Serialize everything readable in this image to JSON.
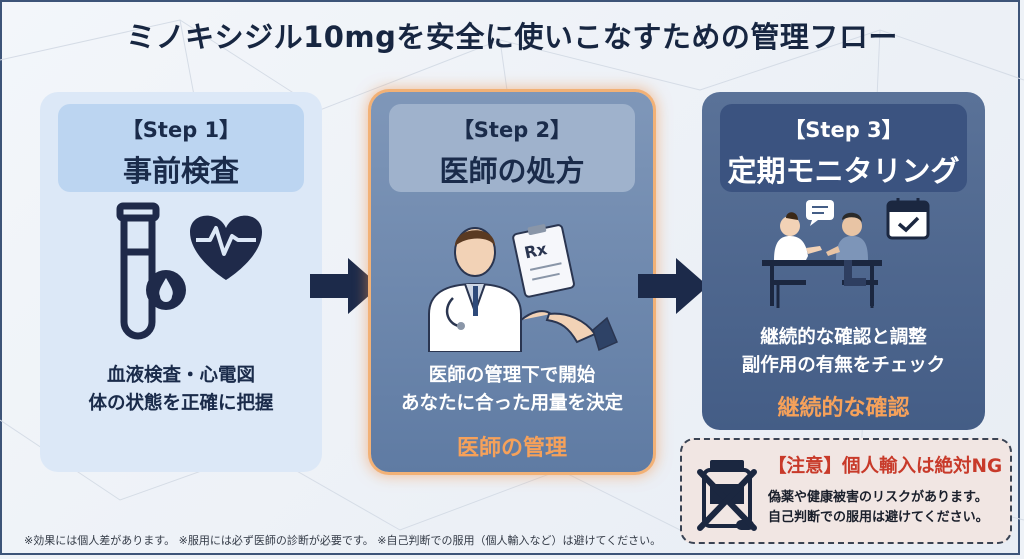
{
  "title": "ミノキシジル10mgを安全に使いこなすための管理フロー",
  "steps": [
    {
      "label": "【Step 1】",
      "name": "事前検査",
      "desc_lines": [
        "血液検査・心電図",
        "体の状態を正確に把握"
      ],
      "highlight": "",
      "icon": "test-tube-heart-icon"
    },
    {
      "label": "【Step 2】",
      "name": "医師の処方",
      "desc_lines": [
        "医師の管理下で開始",
        "あなたに合った用量を決定"
      ],
      "highlight": "医師の管理",
      "icon": "doctor-prescription-icon"
    },
    {
      "label": "【Step 3】",
      "name": "定期モニタリング",
      "desc_lines": [
        "継続的な確認と調整",
        "副作用の有無をチェック"
      ],
      "highlight": "継続的な確認",
      "icon": "consultation-calendar-icon"
    }
  ],
  "warning": {
    "title": "【注意】個人輸入は絶対NG",
    "lines": [
      "偽薬や健康被害のリスクがあります。",
      "自己判断での服用は避けてください。"
    ],
    "icon": "no-pills-icon"
  },
  "footnote": "※効果には個人差があります。 ※服用には必ず医師の診断が必要です。 ※自己判断での服用（個人輸入など）は避けてください。",
  "colors": {
    "accent": "#f6a15a",
    "warning_text": "#c83a2a",
    "navy": "#1a2b4a"
  }
}
